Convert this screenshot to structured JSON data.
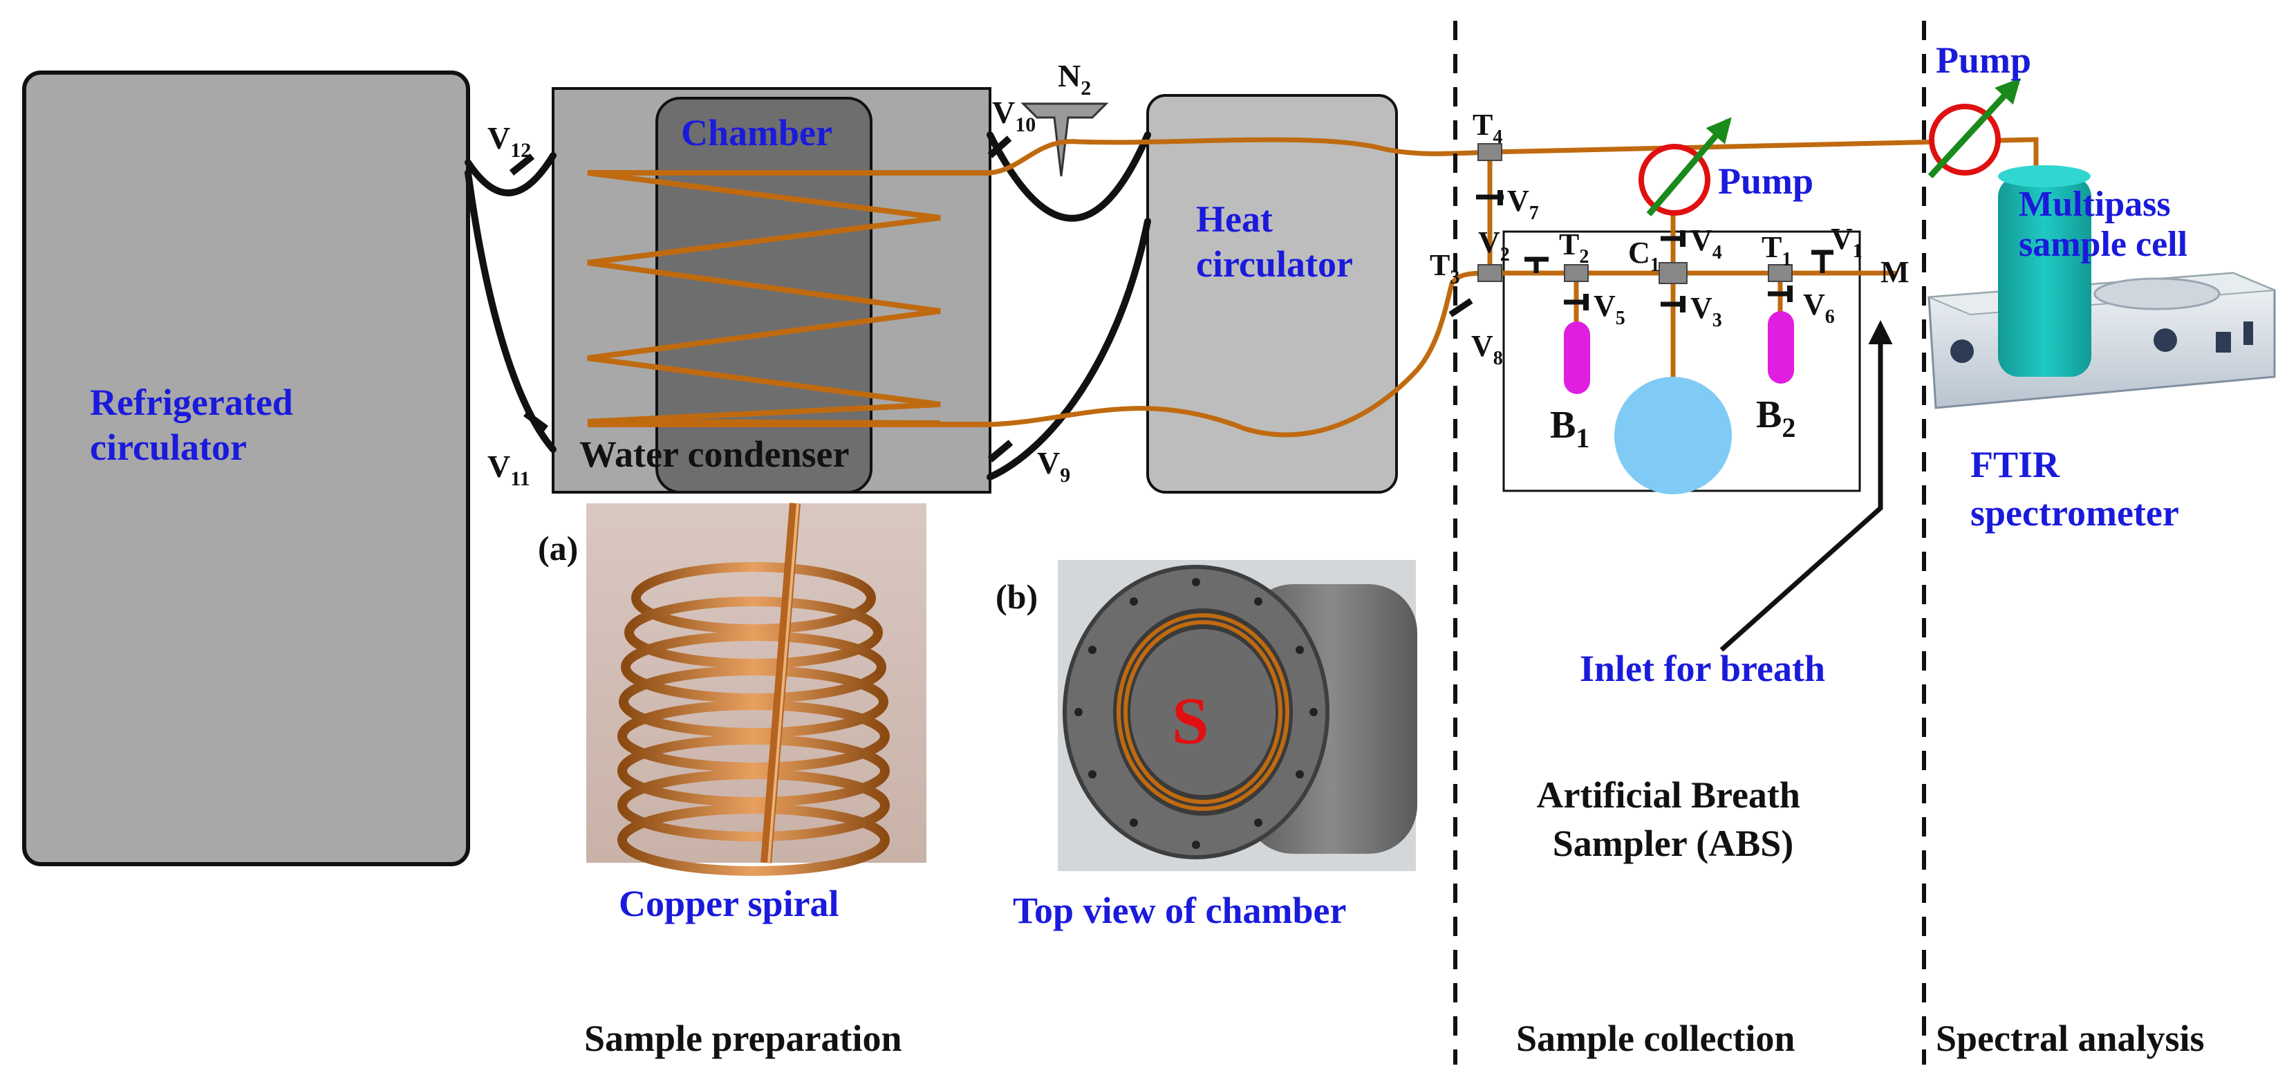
{
  "colors": {
    "label_blue": "#1a1adc",
    "pipe_copper": "#c06a10",
    "box_gray": "#a8a8a8",
    "chamber_gray": "#6e6e6e",
    "heat_gray": "#bdbdbd",
    "bulb_magenta": "#e01ee0",
    "flask_blue": "#7fcbf5",
    "pump_red": "#e01010",
    "pump_arrow_green": "#1a8a1a",
    "cell_teal": "#18b5b0",
    "s_red": "#e01010"
  },
  "labels": {
    "refrigerated_circulator": [
      "Refrigerated",
      "circulator"
    ],
    "chamber": "Chamber",
    "water_condenser": "Water condenser",
    "heat_circulator": [
      "Heat",
      "circulator"
    ],
    "pump_top": "Pump",
    "pump_mid": "Pump",
    "multipass_cell": [
      "Multipass",
      "sample cell"
    ],
    "ftir": [
      "FTIR",
      "spectrometer"
    ],
    "inlet": "Inlet for breath",
    "abs": [
      "Artificial Breath",
      "Sampler (ABS)"
    ],
    "copper_spiral": "Copper spiral",
    "top_view": "Top view of chamber",
    "panel_a": "(a)",
    "panel_b": "(b)",
    "chamber_s": "S",
    "section_prep": "Sample preparation",
    "section_collect": "Sample collection",
    "section_spectral": "Spectral analysis"
  },
  "component_labels": {
    "N": {
      "main": "N",
      "sub": "2"
    },
    "V12": {
      "main": "V",
      "sub": "12"
    },
    "V11": {
      "main": "V",
      "sub": "11"
    },
    "V10": {
      "main": "V",
      "sub": "10"
    },
    "V9": {
      "main": "V",
      "sub": "9"
    },
    "T4": {
      "main": "T",
      "sub": "4"
    },
    "V7": {
      "main": "V",
      "sub": "7"
    },
    "T3": {
      "main": "T",
      "sub": "3"
    },
    "V8": {
      "main": "V",
      "sub": "8"
    },
    "V2": {
      "main": "V",
      "sub": "2"
    },
    "T2": {
      "main": "T",
      "sub": "2"
    },
    "V5": {
      "main": "V",
      "sub": "5"
    },
    "C1": {
      "main": "C",
      "sub": "1"
    },
    "V4": {
      "main": "V",
      "sub": "4"
    },
    "V3": {
      "main": "V",
      "sub": "3"
    },
    "T1": {
      "main": "T",
      "sub": "1"
    },
    "V1": {
      "main": "V",
      "sub": "1"
    },
    "V6": {
      "main": "V",
      "sub": "6"
    },
    "M": {
      "main": "M",
      "sub": ""
    },
    "B1": {
      "main": "B",
      "sub": "1"
    },
    "B2": {
      "main": "B",
      "sub": "2"
    }
  }
}
